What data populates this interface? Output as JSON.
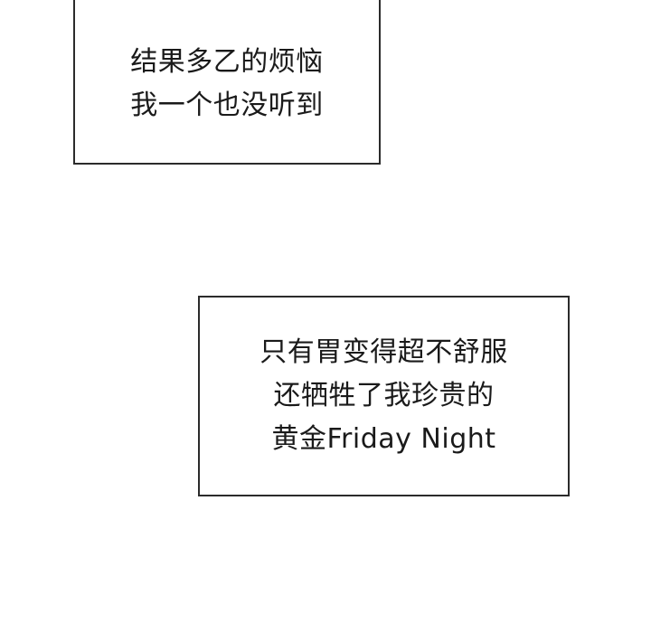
{
  "panels": [
    {
      "lines": [
        "结果多乙的烦恼",
        "我一个也没听到"
      ]
    },
    {
      "lines": [
        "只有胃变得超不舒服",
        "还牺牲了我珍贵的",
        "黄金Friday Night"
      ]
    }
  ]
}
